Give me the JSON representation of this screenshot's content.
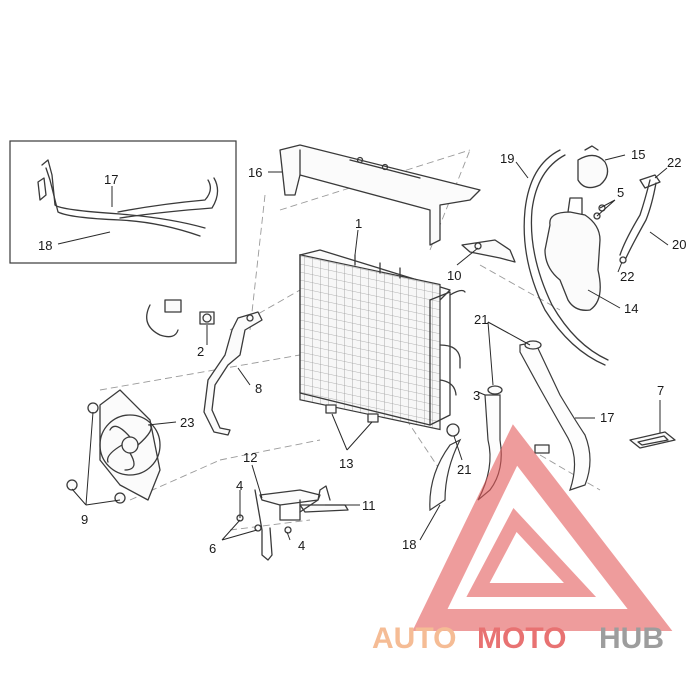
{
  "callouts": {
    "c1": "1",
    "c2": "2",
    "c3": "3",
    "c4a": "4",
    "c4b": "4",
    "c5": "5",
    "c6": "6",
    "c7": "7",
    "c8": "8",
    "c9": "9",
    "c10": "10",
    "c11": "11",
    "c12": "12",
    "c13": "13",
    "c14": "14",
    "c15": "15",
    "c16": "16",
    "c17a": "17",
    "c17b": "17",
    "c18a": "18",
    "c18b": "18",
    "c19": "19",
    "c20": "20",
    "c21a": "21",
    "c21b": "21",
    "c22a": "22",
    "c22b": "22",
    "c23": "23"
  },
  "watermark": {
    "part1": "AUTO",
    "part2": "MOTO",
    "part3": "HUB",
    "color_orange": "#f4b183",
    "color_red": "#e45a5a",
    "color_gray": "#8c8c8c"
  }
}
